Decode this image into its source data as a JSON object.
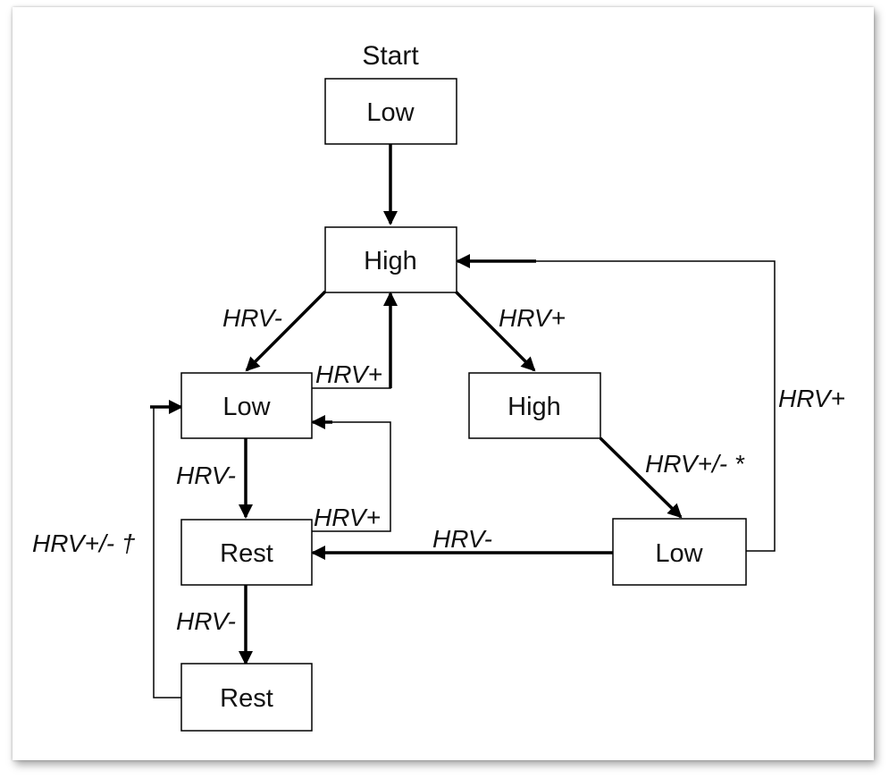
{
  "diagram": {
    "start_label": "Start",
    "nodes": {
      "n1": "Low",
      "n2": "High",
      "n3": "Low",
      "n4": "High",
      "n5": "Rest",
      "n6": "Low",
      "n7": "Rest"
    },
    "edges": {
      "n2_to_n3": "HRV-",
      "n3_to_n2": "HRV+",
      "n2_to_n4": "HRV+",
      "n3_to_n5": "HRV-",
      "n5_to_n3": "HRV+",
      "n4_to_n6": "HRV+/- *",
      "n6_to_n5": "HRV-",
      "n6_to_n2": "HRV+",
      "n5_to_n7": "HRV-",
      "n7_to_n3": "HRV+/- †"
    }
  }
}
